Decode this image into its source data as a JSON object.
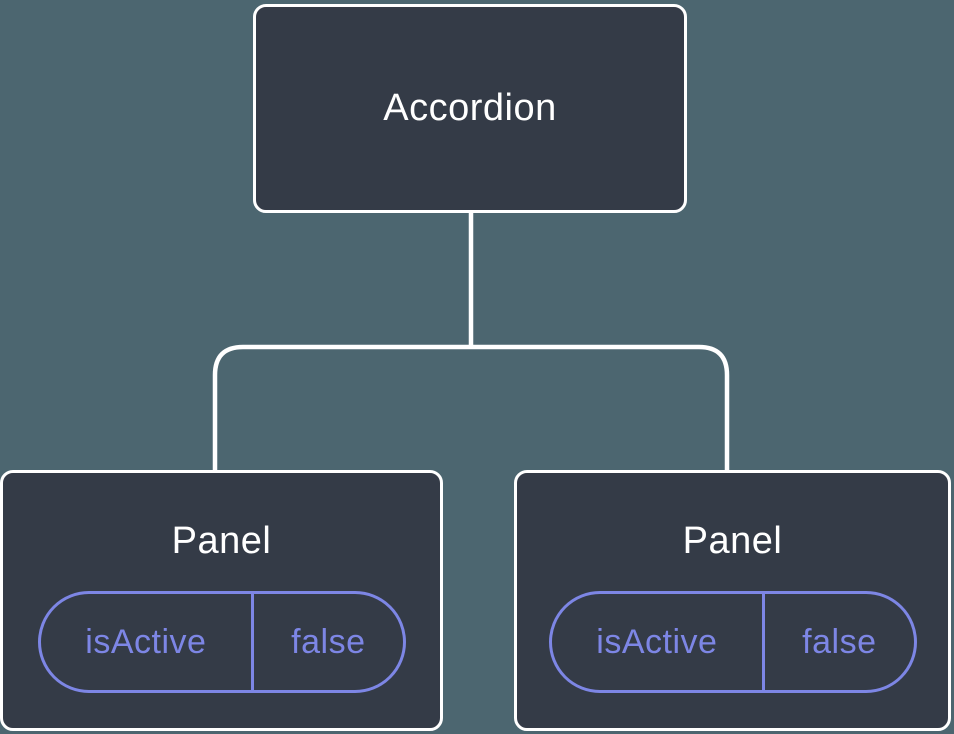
{
  "tree": {
    "root": {
      "label": "Accordion"
    },
    "children": [
      {
        "label": "Panel",
        "props": [
          {
            "name": "isActive",
            "value": "false"
          }
        ]
      },
      {
        "label": "Panel",
        "props": [
          {
            "name": "isActive",
            "value": "false"
          }
        ]
      }
    ]
  },
  "colors": {
    "background": "#4c6670",
    "node_fill": "#343b47",
    "node_border": "#ffffff",
    "node_text": "#ffffff",
    "connector": "#ffffff",
    "prop_accent": "#7d86e5"
  }
}
